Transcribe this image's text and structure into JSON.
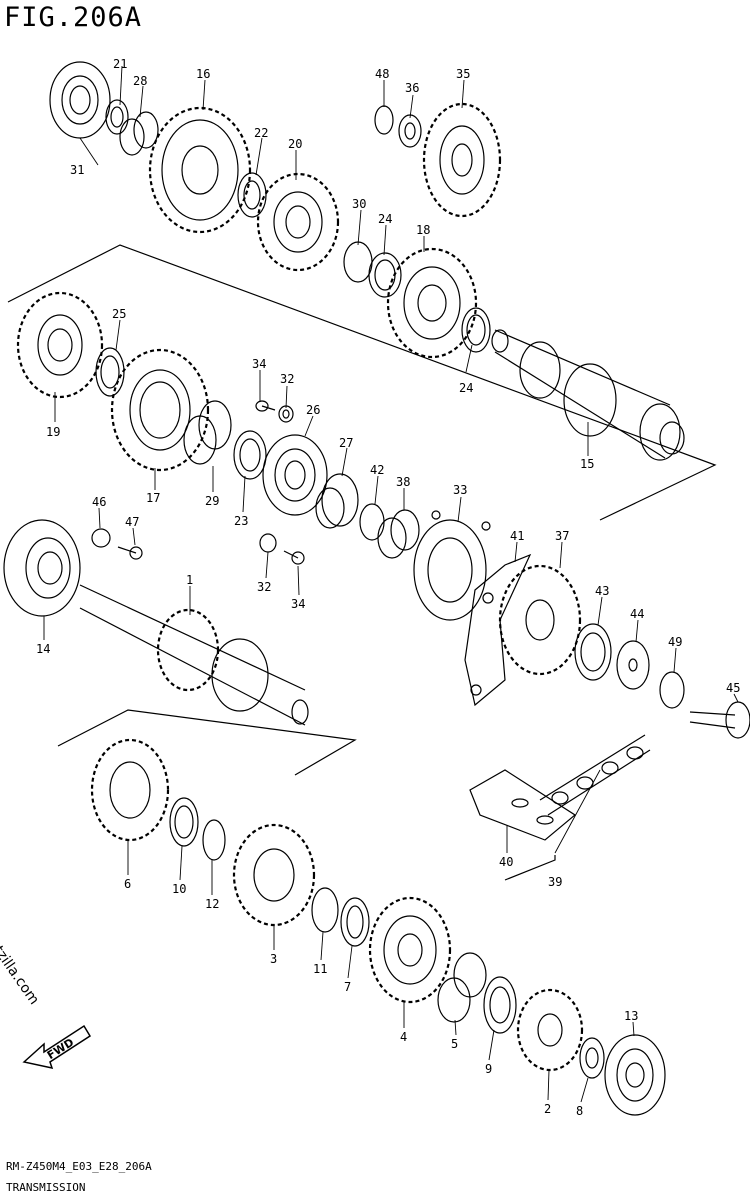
{
  "figure": {
    "title": "FIG.206A",
    "code": "RM-Z450M4_E03_E28_206A",
    "subtitle": "TRANSMISSION",
    "watermark": "© Partzilla.com",
    "direction_label": "FWD"
  },
  "callouts": [
    {
      "id": "c21",
      "label": "21"
    },
    {
      "id": "c28",
      "label": "28"
    },
    {
      "id": "c16",
      "label": "16"
    },
    {
      "id": "c31",
      "label": "31"
    },
    {
      "id": "c22",
      "label": "22"
    },
    {
      "id": "c20",
      "label": "20"
    },
    {
      "id": "c48",
      "label": "48"
    },
    {
      "id": "c36",
      "label": "36"
    },
    {
      "id": "c35",
      "label": "35"
    },
    {
      "id": "c30",
      "label": "30"
    },
    {
      "id": "c24a",
      "label": "24"
    },
    {
      "id": "c18",
      "label": "18"
    },
    {
      "id": "c24b",
      "label": "24"
    },
    {
      "id": "c25",
      "label": "25"
    },
    {
      "id": "c19",
      "label": "19"
    },
    {
      "id": "c34a",
      "label": "34"
    },
    {
      "id": "c32a",
      "label": "32"
    },
    {
      "id": "c26",
      "label": "26"
    },
    {
      "id": "c17",
      "label": "17"
    },
    {
      "id": "c29",
      "label": "29"
    },
    {
      "id": "c23",
      "label": "23"
    },
    {
      "id": "c27",
      "label": "27"
    },
    {
      "id": "c42",
      "label": "42"
    },
    {
      "id": "c38",
      "label": "38"
    },
    {
      "id": "c33",
      "label": "33"
    },
    {
      "id": "c15",
      "label": "15"
    },
    {
      "id": "c46",
      "label": "46"
    },
    {
      "id": "c47",
      "label": "47"
    },
    {
      "id": "c32b",
      "label": "32"
    },
    {
      "id": "c34b",
      "label": "34"
    },
    {
      "id": "c41",
      "label": "41"
    },
    {
      "id": "c37",
      "label": "37"
    },
    {
      "id": "c43",
      "label": "43"
    },
    {
      "id": "c44",
      "label": "44"
    },
    {
      "id": "c49",
      "label": "49"
    },
    {
      "id": "c45",
      "label": "45"
    },
    {
      "id": "c1",
      "label": "1"
    },
    {
      "id": "c14",
      "label": "14"
    },
    {
      "id": "c40",
      "label": "40"
    },
    {
      "id": "c39",
      "label": "39"
    },
    {
      "id": "c6",
      "label": "6"
    },
    {
      "id": "c10",
      "label": "10"
    },
    {
      "id": "c12",
      "label": "12"
    },
    {
      "id": "c3",
      "label": "3"
    },
    {
      "id": "c11",
      "label": "11"
    },
    {
      "id": "c7",
      "label": "7"
    },
    {
      "id": "c4",
      "label": "4"
    },
    {
      "id": "c5",
      "label": "5"
    },
    {
      "id": "c9",
      "label": "9"
    },
    {
      "id": "c13",
      "label": "13"
    },
    {
      "id": "c2",
      "label": "2"
    },
    {
      "id": "c8",
      "label": "8"
    }
  ]
}
